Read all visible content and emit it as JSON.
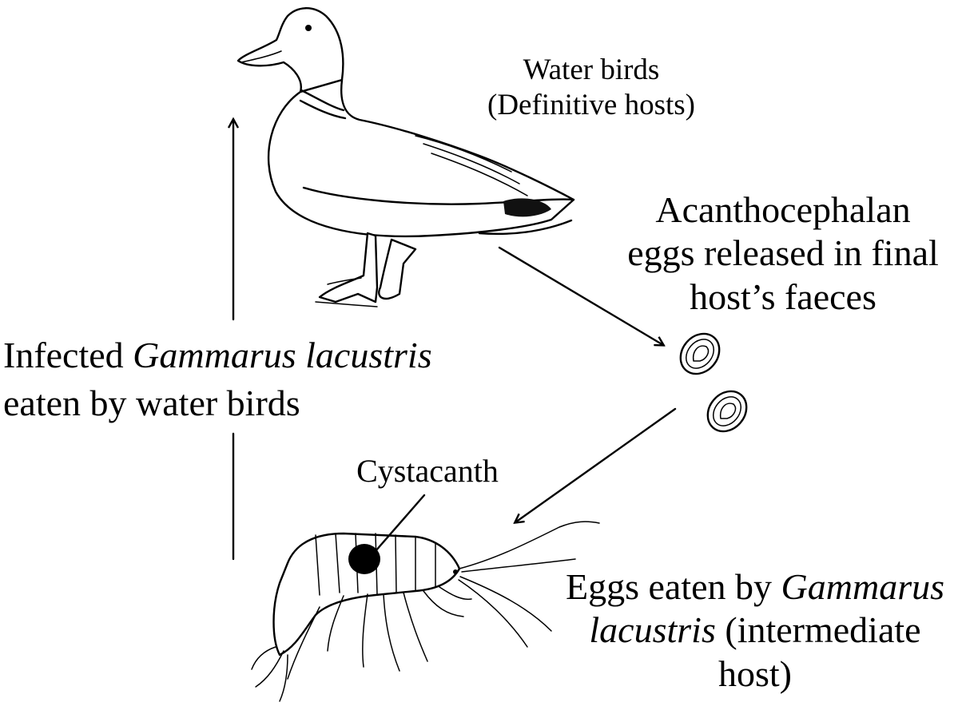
{
  "labels": {
    "definitive_host": {
      "line1": "Water birds",
      "line2": "(Definitive hosts)"
    },
    "eggs_released": {
      "line1": "Acanthocephalan",
      "line2": "eggs released in final",
      "line3": "host’s faeces"
    },
    "infected_gammarus": {
      "line1_prefix": "Infected ",
      "line1_italic": "Gammarus lacustris",
      "line2": "eaten by water birds"
    },
    "cystacanth": "Cystacanth",
    "eggs_eaten": {
      "line1_prefix": "Eggs eaten by ",
      "line1_italic": "Gammarus",
      "line2_italic": "lacustris",
      "line2_suffix": " (intermediate",
      "line3": "host)"
    }
  },
  "icons": [
    "duck-illustration",
    "egg-icon",
    "egg-icon",
    "amphipod-illustration"
  ],
  "colors": {
    "ink": "#000000",
    "background": "#ffffff"
  }
}
